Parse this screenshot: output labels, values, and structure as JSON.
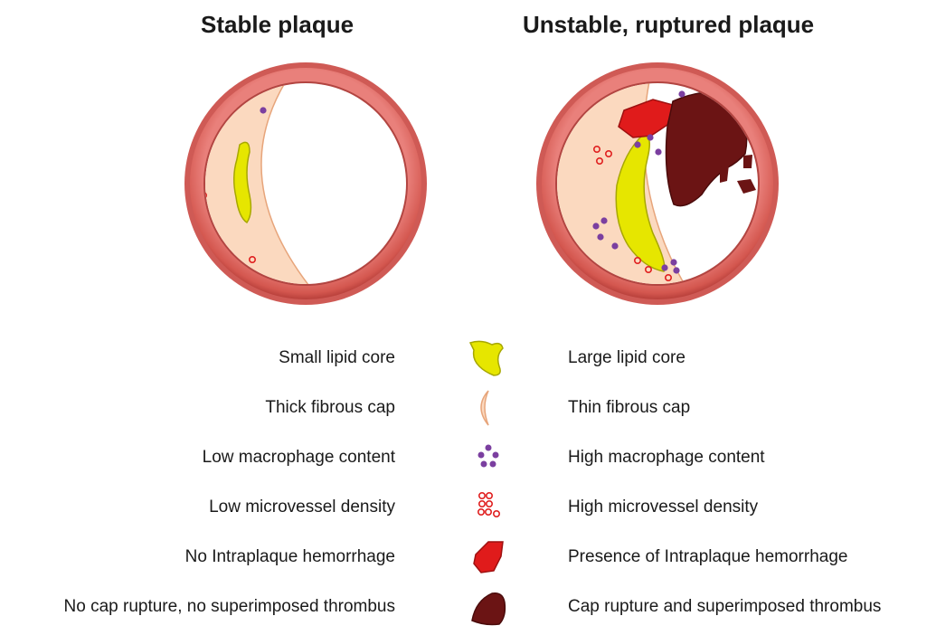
{
  "titles": {
    "stable": "Stable plaque",
    "unstable": "Unstable, ruptured plaque"
  },
  "legend": [
    {
      "icon": "lipid-core-icon",
      "left": "Small lipid core",
      "right": "Large lipid core"
    },
    {
      "icon": "fibrous-cap-icon",
      "left": "Thick fibrous cap",
      "right": "Thin fibrous cap"
    },
    {
      "icon": "macrophage-icon",
      "left": "Low macrophage content",
      "right": "High macrophage content"
    },
    {
      "icon": "microvessel-icon",
      "left": "Low microvessel density",
      "right": "High microvessel density"
    },
    {
      "icon": "hemorrhage-icon",
      "left": "No Intraplaque hemorrhage",
      "right": "Presence of Intraplaque hemorrhage"
    },
    {
      "icon": "thrombus-icon",
      "left": "No cap rupture, no superimposed thrombus",
      "right": "Cap rupture and superimposed thrombus"
    }
  ],
  "colors": {
    "vessel_wall": "#d9625e",
    "vessel_wall_dark": "#b7423f",
    "fibrous_cap": "#fbd9bf",
    "lipid_core": "#e6e600",
    "macrophage": "#7b3fa0",
    "microvessel": "#e02020",
    "hemorrhage": "#e01b1b",
    "thrombus": "#6b1414"
  }
}
